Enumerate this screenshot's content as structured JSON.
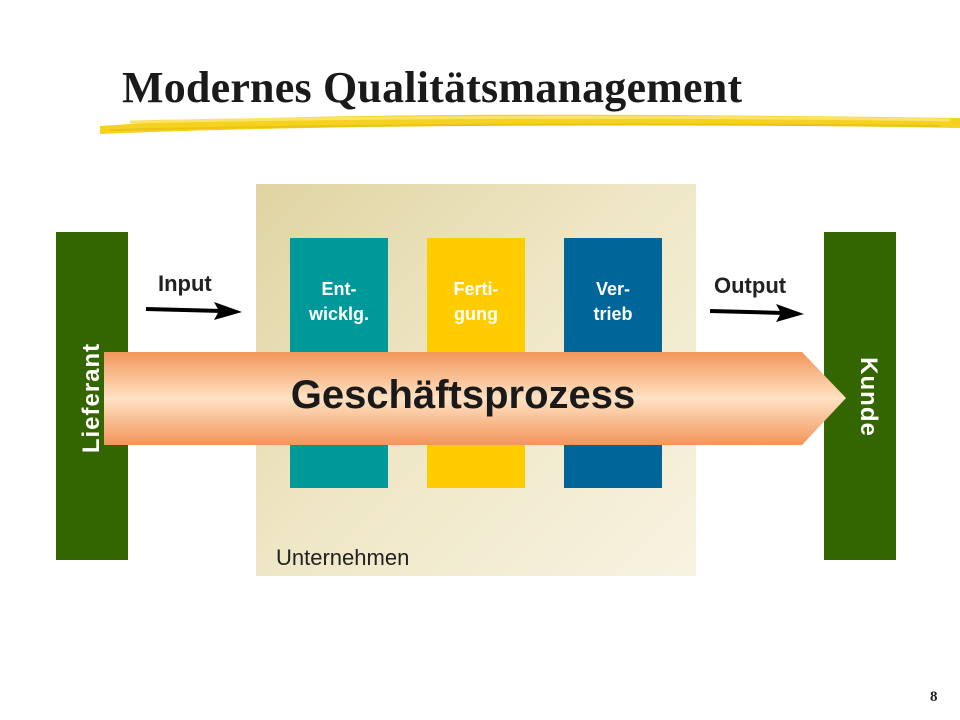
{
  "slide": {
    "title": "Modernes Qualitätsmanagement",
    "page_number": "8"
  },
  "diagram": {
    "company_label": "Unternehmen",
    "supplier_label": "Lieferant",
    "customer_label": "Kunde",
    "input_label": "Input",
    "output_label": "Output",
    "process_label": "Geschäftsprozess",
    "departments": [
      {
        "label_line1": "Ent-",
        "label_line2": "wicklg.",
        "color": "#009999"
      },
      {
        "label_line1": "Ferti-",
        "label_line2": "gung",
        "color": "#ffcc00"
      },
      {
        "label_line1": "Ver-",
        "label_line2": "trieb",
        "color": "#006699"
      }
    ]
  },
  "colors": {
    "side_bar": "#336600",
    "highlight_stroke": "#f5d21e",
    "process_arrow_center": "#ffe2c4",
    "process_arrow_edge": "#f2955a"
  }
}
